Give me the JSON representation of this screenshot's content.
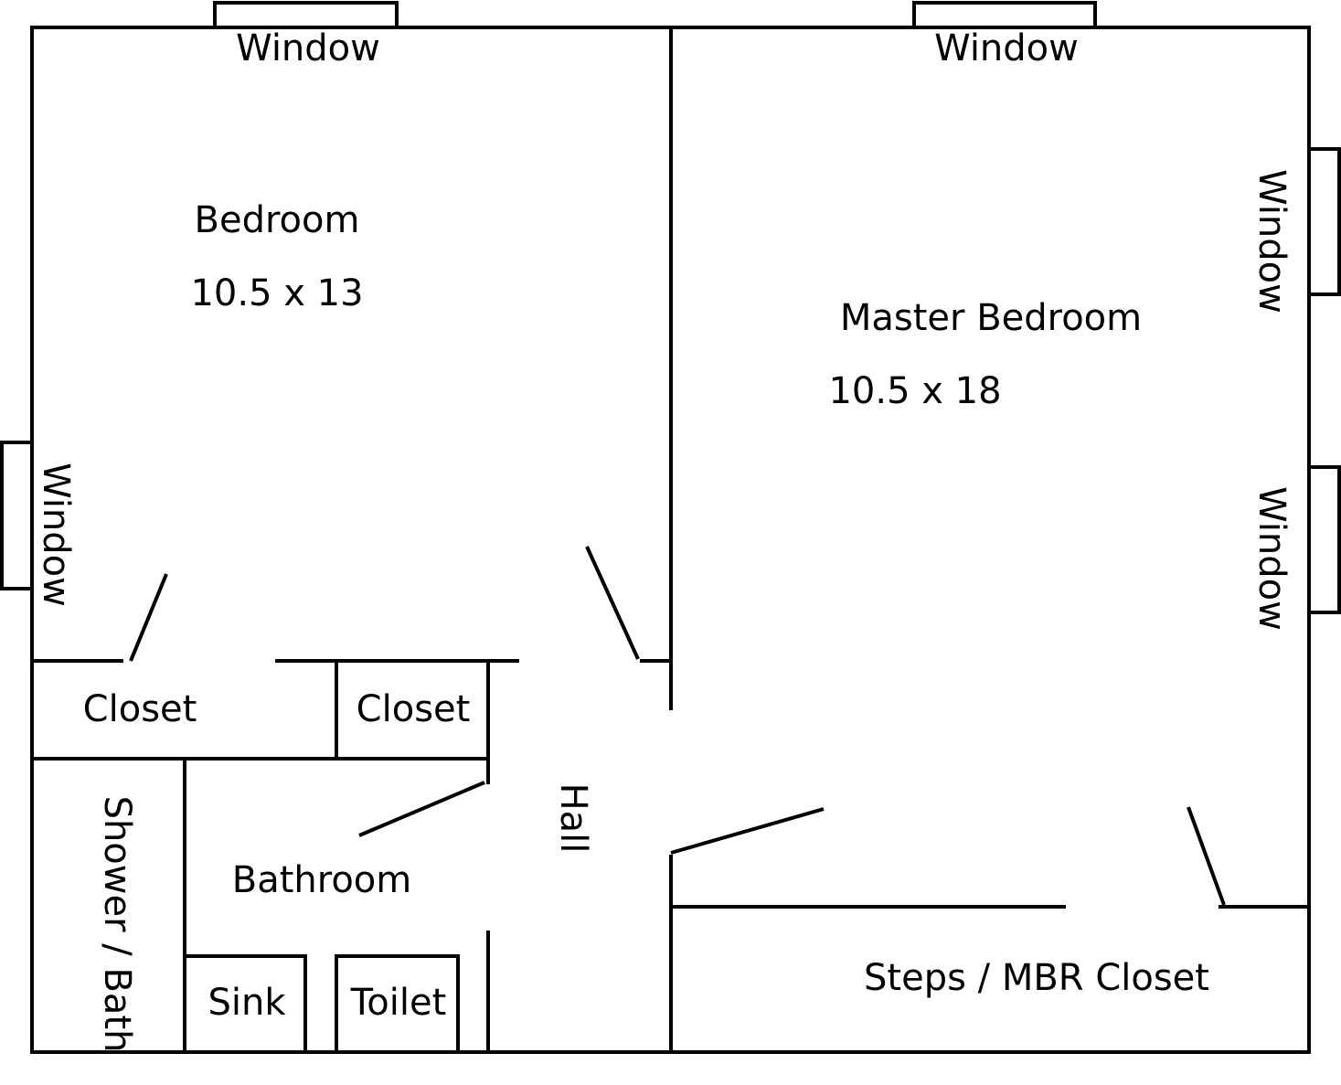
{
  "labels": {
    "window": "Window",
    "bedroom_name": "Bedroom",
    "bedroom_size": "10.5 x 13",
    "master_name": "Master Bedroom",
    "master_size": "10.5 x 18",
    "closet": "Closet",
    "hall": "Hall",
    "shower": "Shower / Bath",
    "bathroom": "Bathroom",
    "sink": "Sink",
    "toilet": "Toilet",
    "steps": "Steps / MBR Closet"
  },
  "colors": {
    "line": "#000000",
    "background": "#ffffff"
  }
}
